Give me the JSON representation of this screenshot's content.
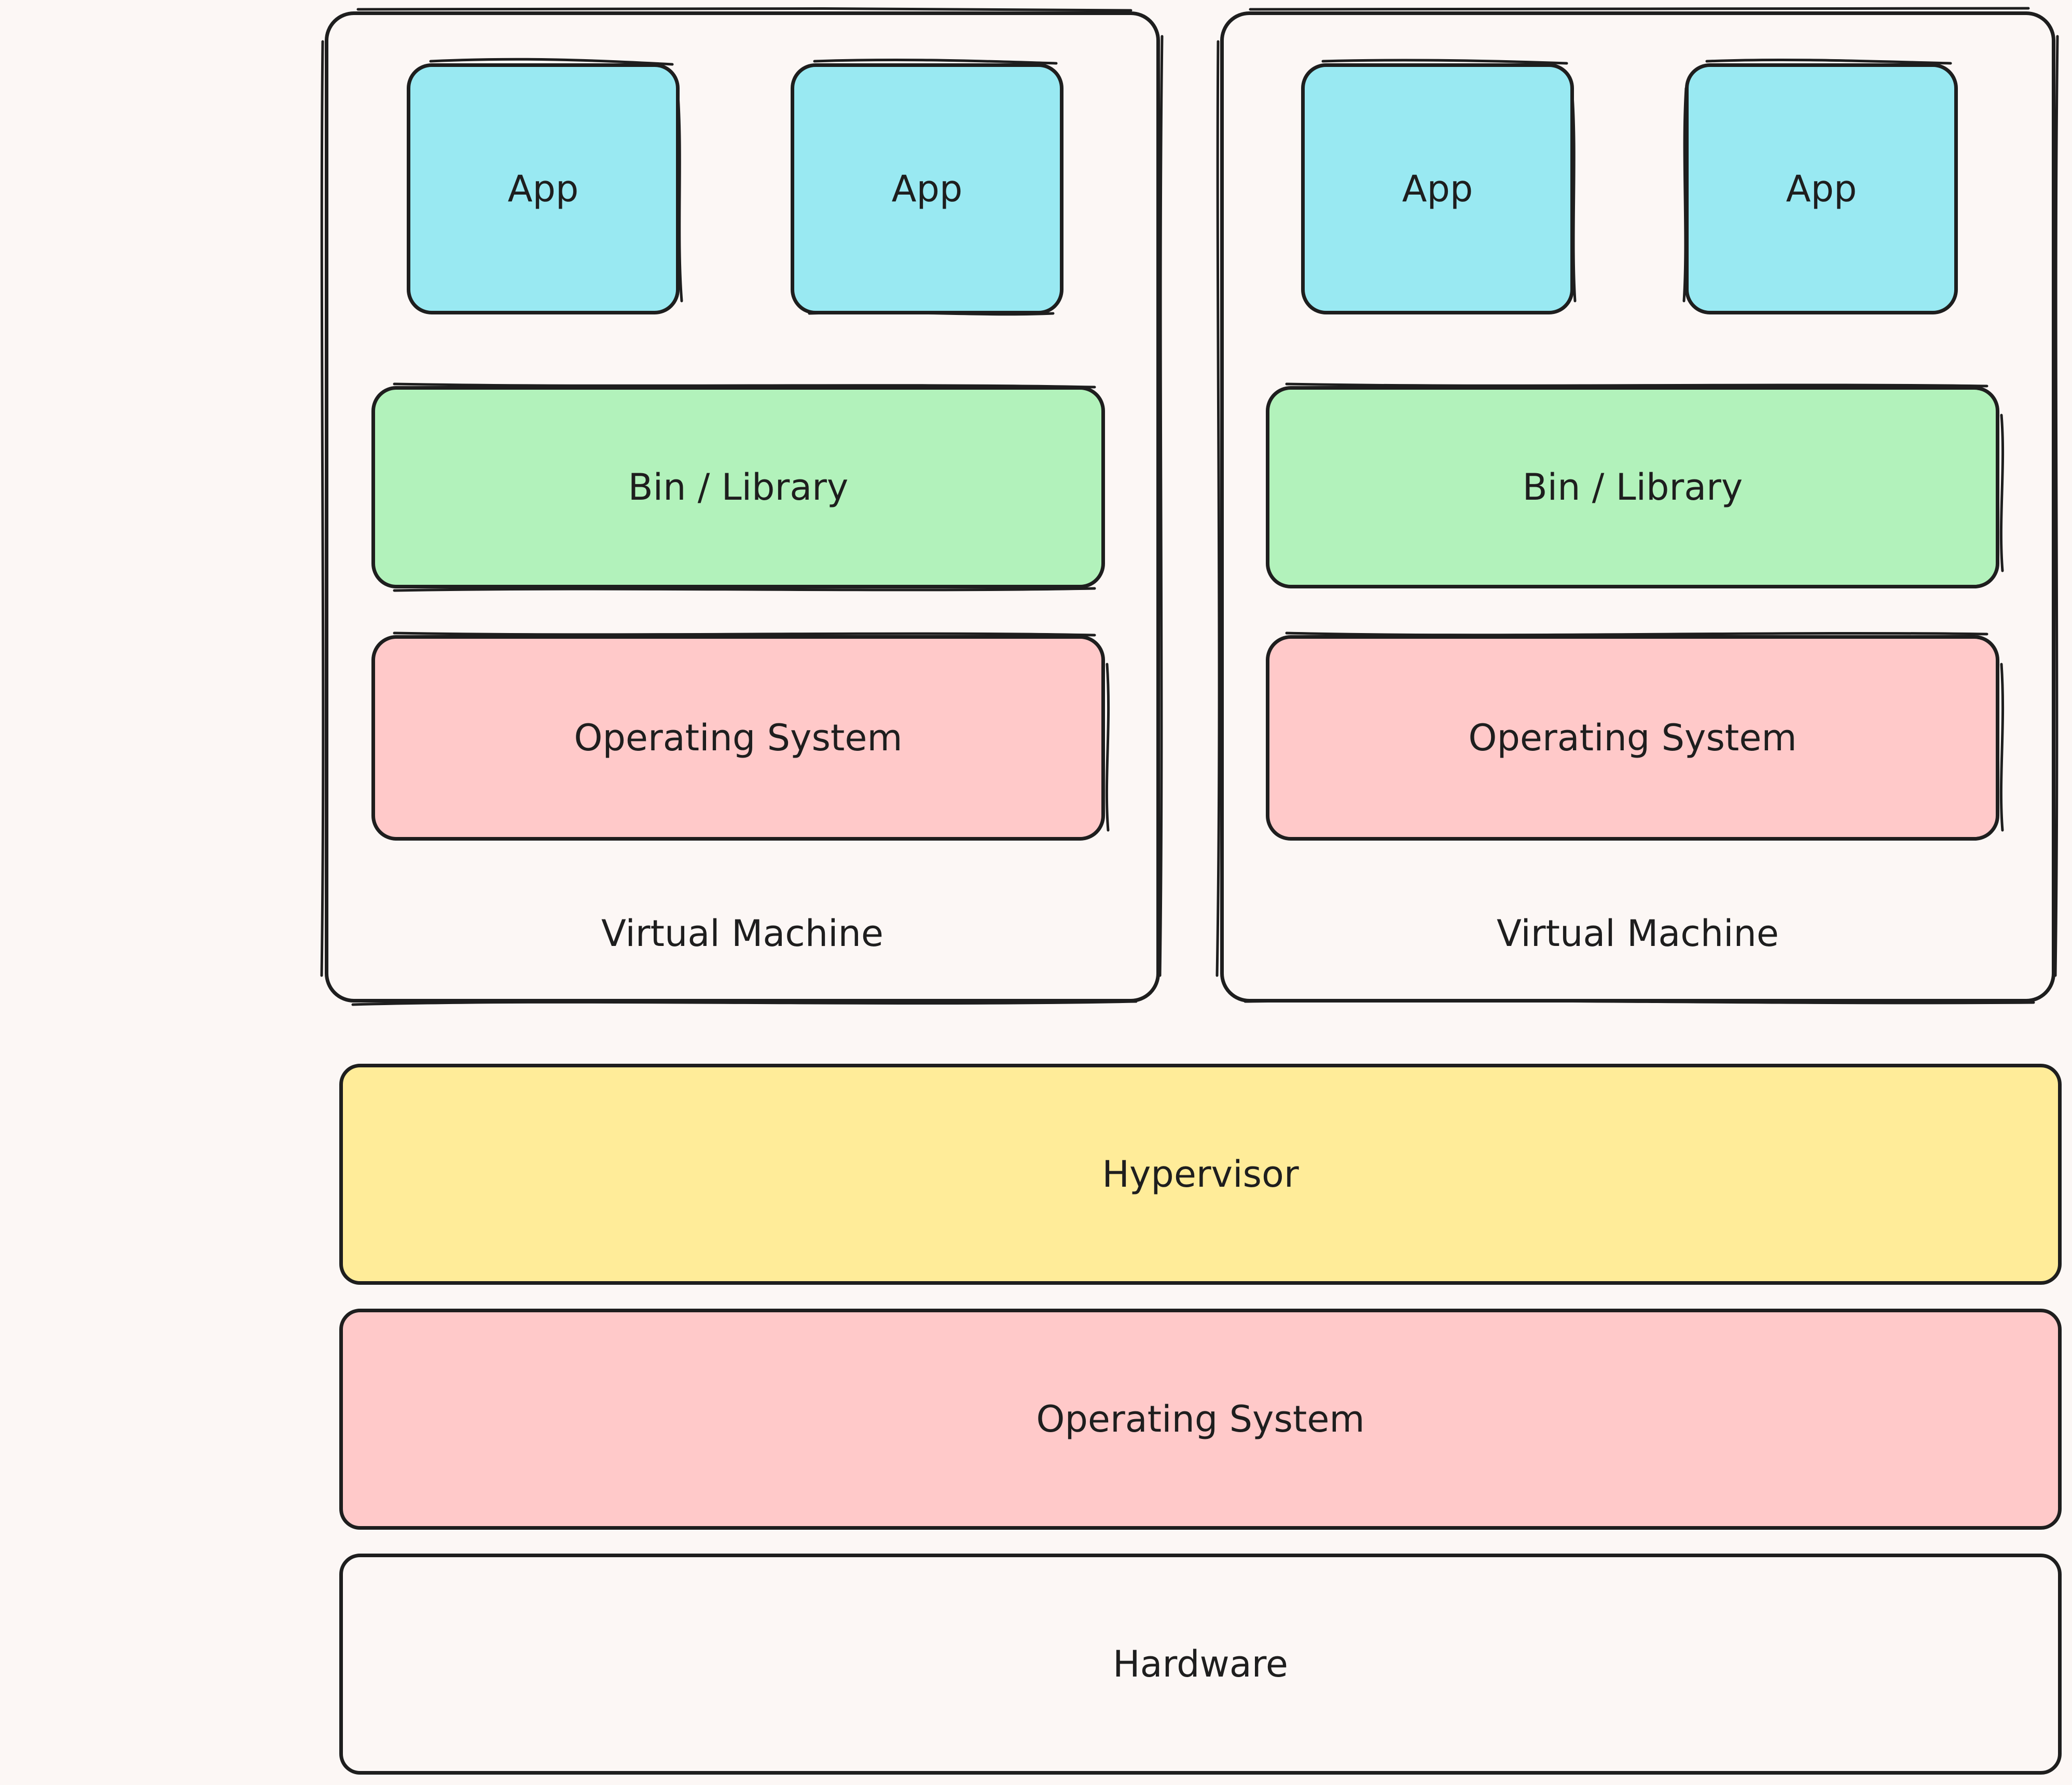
{
  "colors": {
    "background": "#fcf7f5",
    "stroke": "#1e1e1e",
    "app": "#99e9f2",
    "library": "#b2f2bb",
    "operating_system": "#ffc9c9",
    "hypervisor": "#ffec99",
    "hardware": "#fcf7f5"
  },
  "virtual_machines": [
    {
      "label": "Virtual Machine",
      "apps": [
        "App",
        "App"
      ],
      "library": "Bin / Library",
      "os": "Operating System"
    },
    {
      "label": "Virtual Machine",
      "apps": [
        "App",
        "App"
      ],
      "library": "Bin / Library",
      "os": "Operating System"
    }
  ],
  "host_layers": {
    "hypervisor": "Hypervisor",
    "operating_system": "Operating System",
    "hardware": "Hardware"
  }
}
